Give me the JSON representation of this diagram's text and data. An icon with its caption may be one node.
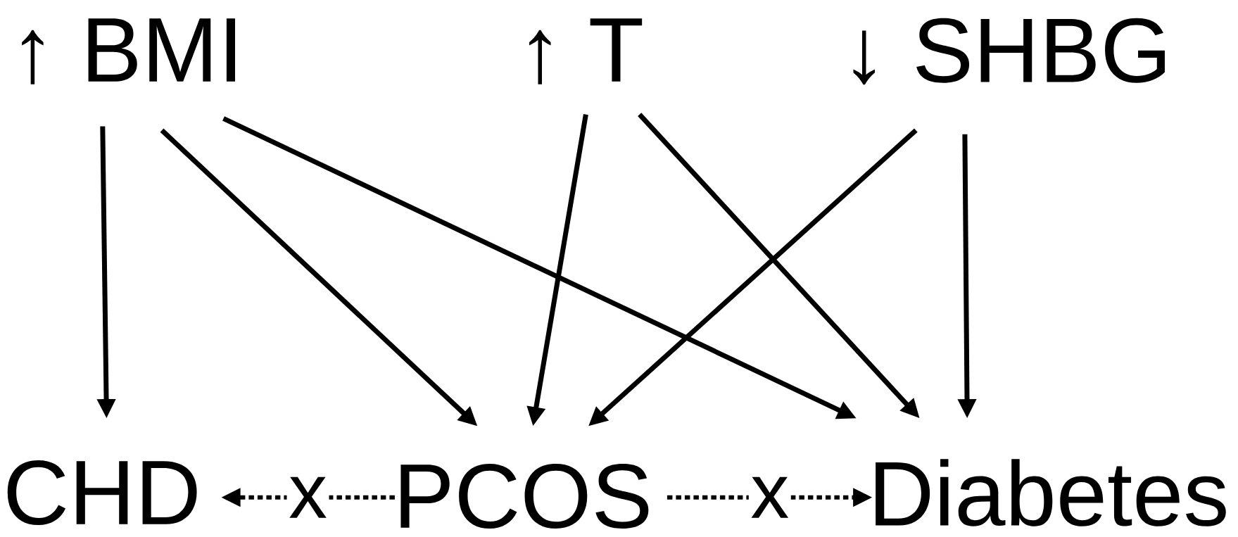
{
  "diagram": {
    "nodes": [
      {
        "text": [
          "↑ BMI"
        ]
      },
      {
        "text": [
          "↑ T"
        ]
      },
      {
        "text": [
          "↓ SHBG"
        ]
      },
      {
        "text": [
          "CHD"
        ]
      },
      {
        "text": [
          "PCOS"
        ]
      },
      {
        "text": [
          "Diabetes"
        ]
      }
    ],
    "edges": [
      {
        "from": 0,
        "to": 3,
        "arrow": "to"
      },
      {
        "from": 0,
        "to": 4,
        "arrow": "to"
      },
      {
        "from": 0,
        "to": 5,
        "arrow": "to"
      },
      {
        "from": 1,
        "to": 4,
        "arrow": "to"
      },
      {
        "from": 1,
        "to": 5,
        "arrow": "to"
      },
      {
        "from": 2,
        "to": 4,
        "arrow": "to"
      },
      {
        "from": 2,
        "to": 5,
        "arrow": "to"
      },
      {
        "from": 4,
        "to": 3,
        "arrow": "to",
        "label": "x",
        "style": "dashed"
      },
      {
        "from": 4,
        "to": 5,
        "arrow": "to",
        "label": "x",
        "style": "dashed"
      }
    ]
  }
}
